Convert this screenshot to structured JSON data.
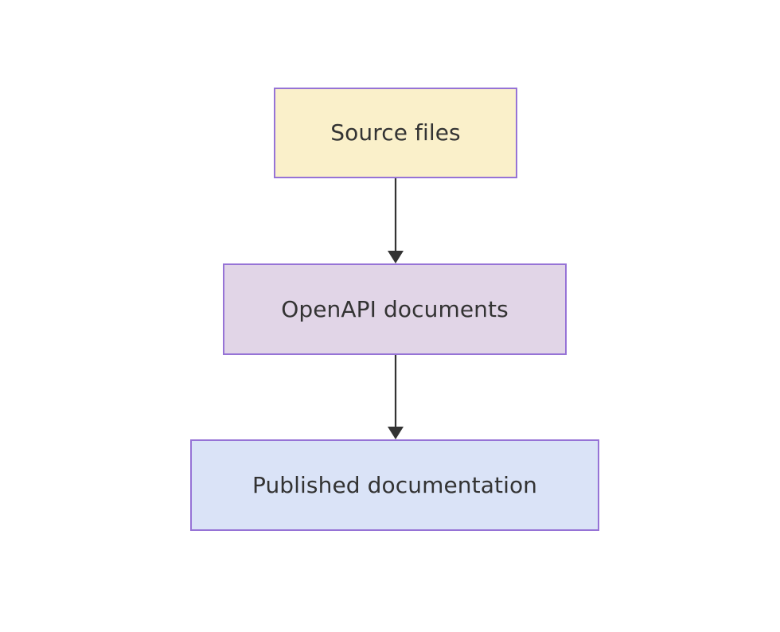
{
  "diagram": {
    "type": "flowchart",
    "direction": "top-to-bottom",
    "background_color": "#ffffff",
    "nodes": [
      {
        "id": "source-files",
        "label": "Source files",
        "fill_color": "#faf0ca",
        "border_color": "#9673d6",
        "text_color": "#333333"
      },
      {
        "id": "openapi-documents",
        "label": "OpenAPI documents",
        "fill_color": "#e1d5e7",
        "border_color": "#9673d6",
        "text_color": "#333333"
      },
      {
        "id": "published-documentation",
        "label": "Published documentation",
        "fill_color": "#dae3f7",
        "border_color": "#9673d6",
        "text_color": "#333333"
      }
    ],
    "edges": [
      {
        "id": "edge-source-to-openapi",
        "from": "source-files",
        "to": "openapi-documents",
        "label": "",
        "color": "#333333",
        "arrowhead": "triangle-filled"
      },
      {
        "id": "edge-openapi-to-published",
        "from": "openapi-documents",
        "to": "published-documentation",
        "label": "",
        "color": "#333333",
        "arrowhead": "triangle-filled"
      }
    ]
  }
}
